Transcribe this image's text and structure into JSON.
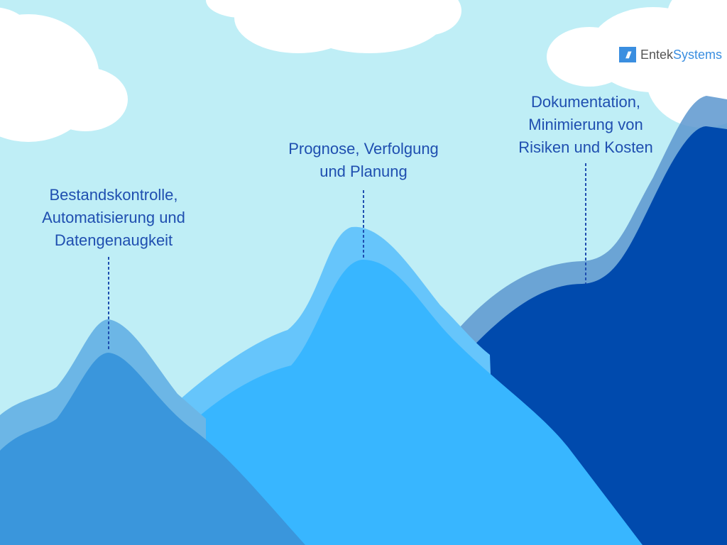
{
  "logo": {
    "name_part1": "Entek",
    "name_part2": "Systems",
    "mark": "///"
  },
  "peaks": [
    {
      "lines": [
        "Bestandskontrolle,",
        "Automatisierung und",
        "Datengenaugkeit"
      ]
    },
    {
      "lines": [
        "Prognose, Verfolgung",
        "und Planung"
      ]
    },
    {
      "lines": [
        "Dokumentation,",
        "Minimierung von",
        "Risiken und Kosten"
      ]
    }
  ],
  "colors": {
    "sky": "#bfeef6",
    "left": "#3a96dc",
    "middle": "#38b6ff",
    "right": "#004aad",
    "text": "#1f4fb0"
  }
}
